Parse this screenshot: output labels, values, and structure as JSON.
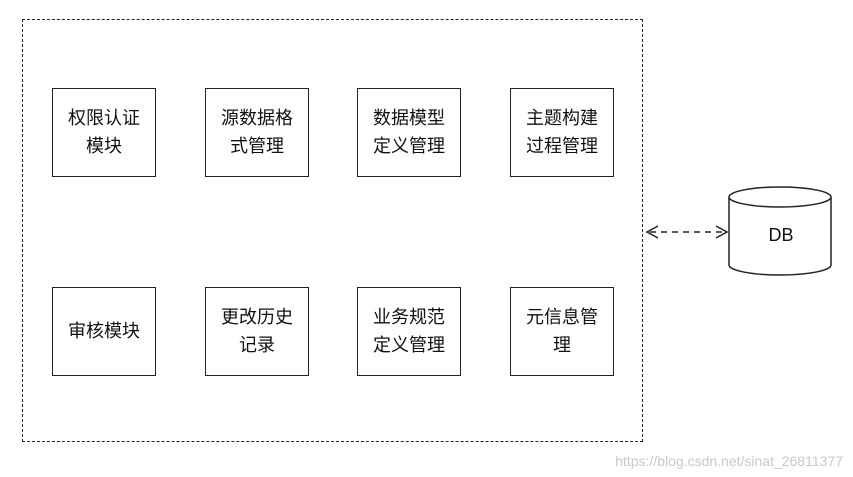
{
  "modules": [
    {
      "label": "权限认证模块"
    },
    {
      "label": "源数据格式管理"
    },
    {
      "label": "数据模型定义管理"
    },
    {
      "label": "主题构建过程管理"
    },
    {
      "label": "审核模块"
    },
    {
      "label": "更改历史记录"
    },
    {
      "label": "业务规范定义管理"
    },
    {
      "label": "元信息管理"
    }
  ],
  "database": {
    "label": "DB"
  },
  "watermark": "https://blog.csdn.net/sinat_26811377"
}
